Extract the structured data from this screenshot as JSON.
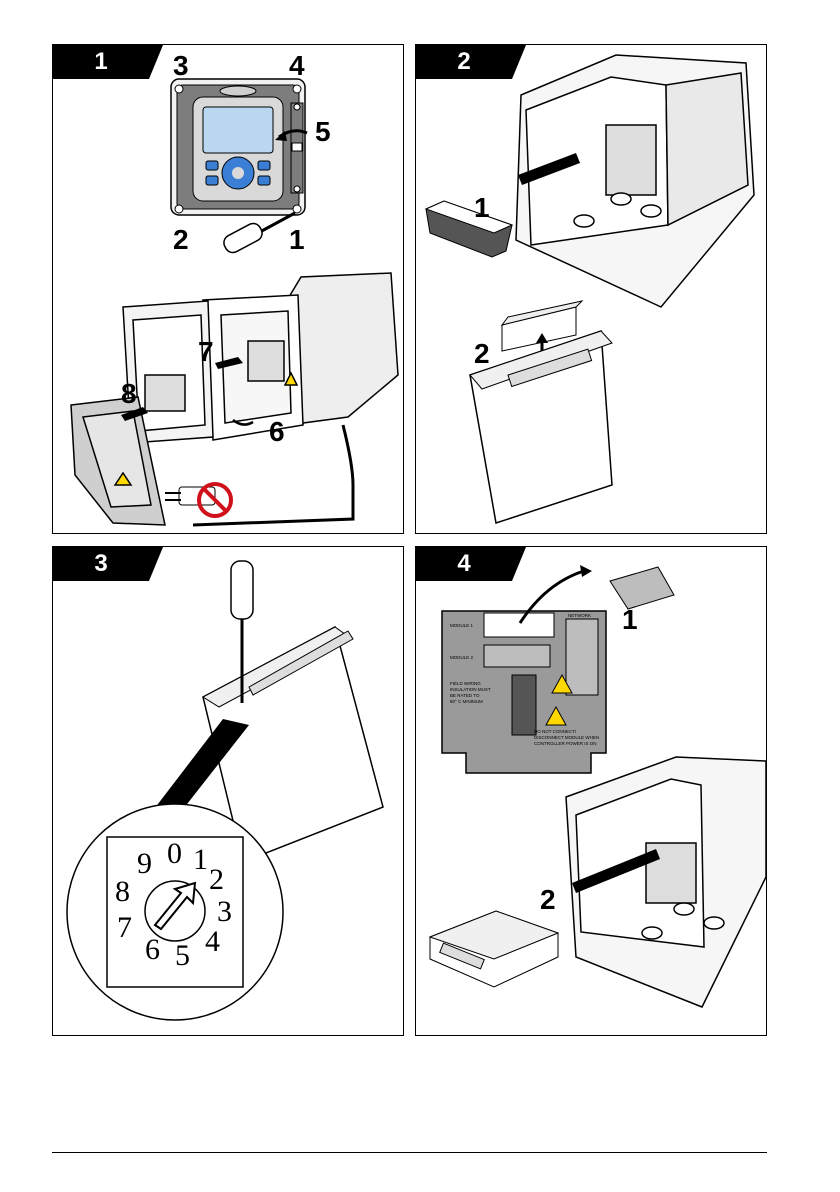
{
  "panels": [
    {
      "step": "1",
      "callouts": [
        "1",
        "2",
        "3",
        "4",
        "5",
        "6",
        "7",
        "8"
      ]
    },
    {
      "step": "2",
      "callouts": [
        "1",
        "2"
      ]
    },
    {
      "step": "3",
      "dial_digits": [
        "0",
        "1",
        "2",
        "3",
        "4",
        "5",
        "6",
        "7",
        "8",
        "9"
      ]
    },
    {
      "step": "4",
      "callouts": [
        "1",
        "2"
      ],
      "cover_labels": {
        "module1": "MODULE 1",
        "module2": "MODULE 2",
        "network": "NETWORK",
        "field_wiring": [
          "FIELD WIRING",
          "INSULATION MUST",
          "BE RATED TO",
          "80° C MINIMUM"
        ],
        "warning": [
          "DO NOT CONNECT/",
          "DISCONNECT MODULE WHEN",
          "CONTROLLER POWER IS ON"
        ]
      }
    }
  ],
  "colors": {
    "line": "#000000",
    "screen": "#b9d7f0",
    "bezel": "#4a4a4a",
    "keys": "#3a7fd5",
    "cover": "#9a9a9a",
    "warn": "#ffd800",
    "prohibit": "#d0101a"
  }
}
